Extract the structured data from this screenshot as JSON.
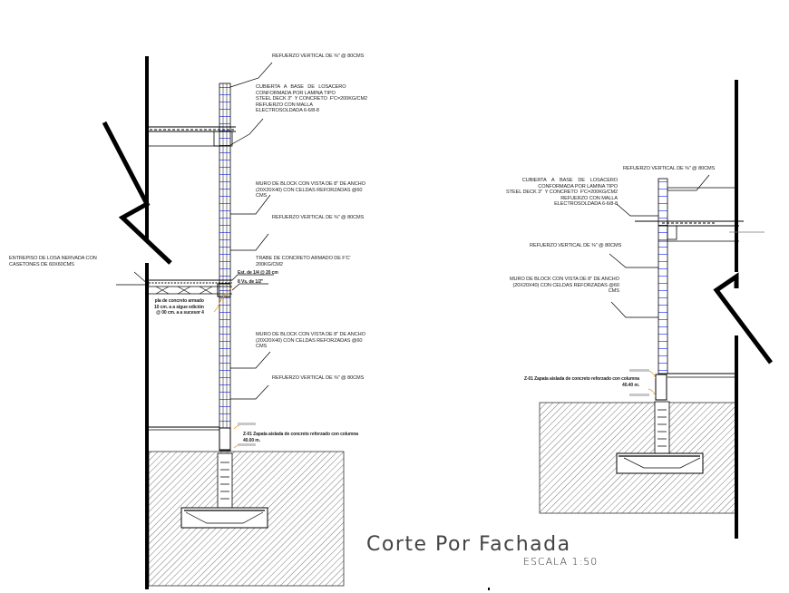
{
  "drawing": {
    "title": "Corte Por Fachada",
    "scale": "ESCALA 1:50",
    "colors": {
      "line": "#000000",
      "rebar": "#1a2cff",
      "leader_orange": "#e8a020",
      "hatch": "#555555",
      "placeholder_gray": "#c8c8c8"
    }
  },
  "left_section": {
    "notes": {
      "refuerzo_top": "REFUERZO VERTICAL DE ⅜\" @ 80CMS",
      "cubierta": "CUBIERTA   A   BASE   DE   LOSACERO\nCONFORMADA POR LAMINA TIPO\nSTEEL DECK 3\"  Y CONCRETO  f'c=200kg/cm2\nREFUERZO CON MALLA\nELECTROSOLDADA 6-6/8-8",
      "muro_upper": "MURO DE BLOCK CON VISTA DE 8\" DE ANCHO\n(20X20X40) CON CELDAS REFORZADAS @60\nCMS",
      "refuerzo_mid": "REFUERZO VERTICAL DE ⅜\" @ 80CMS",
      "entrepiso": "ENTREPISO DE LOSA NERVADA CON\nCASETONES DE 60X60CMS",
      "trabe": "TRABE DE CONCRETO ARMADO DE F'C'\n200KG/CM2",
      "estribos": "Est. de 1/4 @ 20 cm",
      "varillas": "8 Vs. de 1/2\"",
      "pilar": "pla de concreto armado\n10 cm. a a sigue edición\n@ 00 cm. a a sucesor 4",
      "muro_lower": "MURO DE BLOCK CON VISTA DE 8\" DE ANCHO\n(20X20X40) CON CELDAS REFORZADAS @60\nCMS",
      "refuerzo_low": "REFUERZO VERTICAL DE ⅜\" @ 80CMS",
      "zapata": "Z-01 Zapata aislada de concreto reforzado con columna\n40.00 m."
    }
  },
  "right_section": {
    "notes": {
      "refuerzo_top": "REFUERZO VERTICAL DE ⅜\" @ 80CMS",
      "cubierta": "CUBIERTA    A    BASE    DE    LOSACERO\nCONFORMADA POR LAMINA TIPO\nSTEEL DECK 3\"  Y CONCRETO  f'c=200kg/cm2\nREFUERZO CON MALLA\nELECTROSOLDADA 6-6/8-8",
      "refuerzo_mid": "REFUERZO VERTICAL DE ⅜\" @ 80CMS",
      "muro": "MURO DE BLOCK CON VISTA DE 8\" DE ANCHO\n(20X20X40) CON CELDAS REFORZADAS @60\nCMS",
      "zapata": "Z-01 Zapata aislada de concreto reforzado con columna\n40.40 m."
    }
  }
}
